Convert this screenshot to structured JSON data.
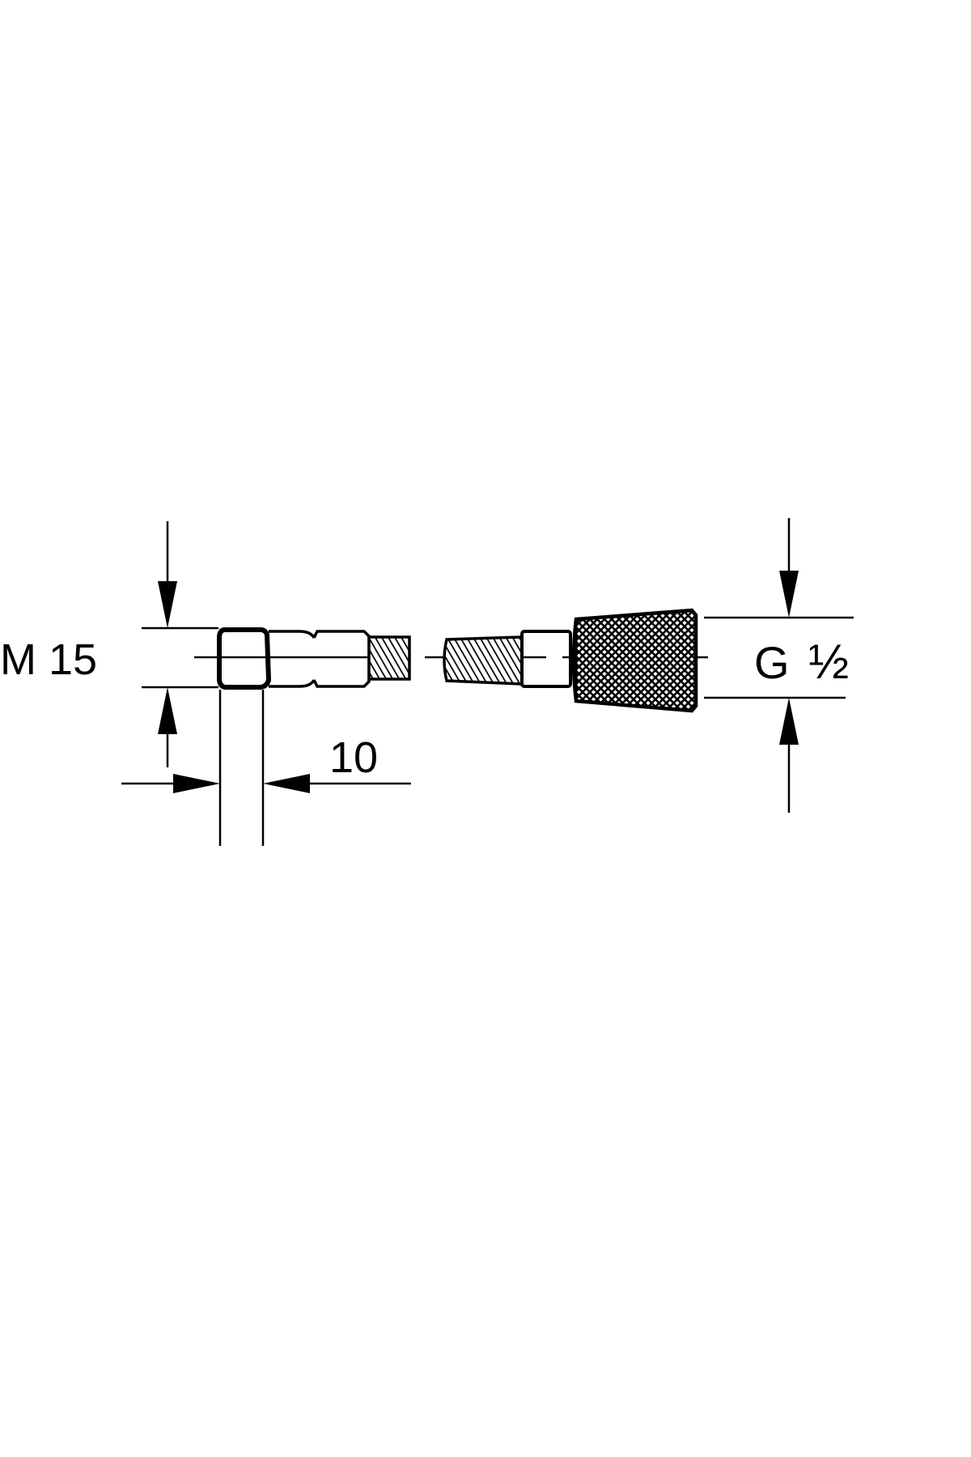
{
  "labels": {
    "left_thread": "M 15",
    "length": "10",
    "right_thread_letter": "G",
    "right_thread_fraction": "½"
  },
  "colors": {
    "line": "#000000",
    "background": "#ffffff"
  }
}
